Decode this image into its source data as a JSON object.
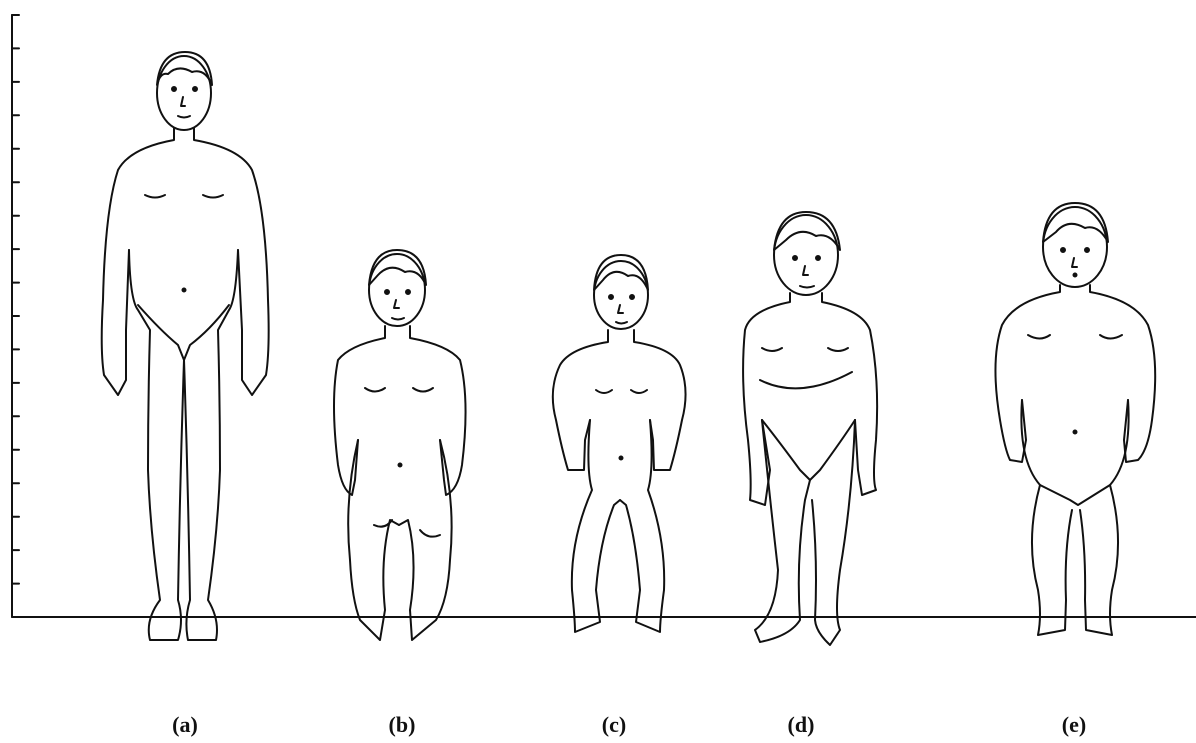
{
  "figure": {
    "panel_labels": [
      "(a)",
      "(b)",
      "(c)",
      "(d)",
      "(e)"
    ],
    "ruler": {
      "tick_count": 18,
      "has_vertical_axis": true,
      "has_baseline": true
    },
    "line_color": "#111111",
    "background": "#ffffff"
  }
}
